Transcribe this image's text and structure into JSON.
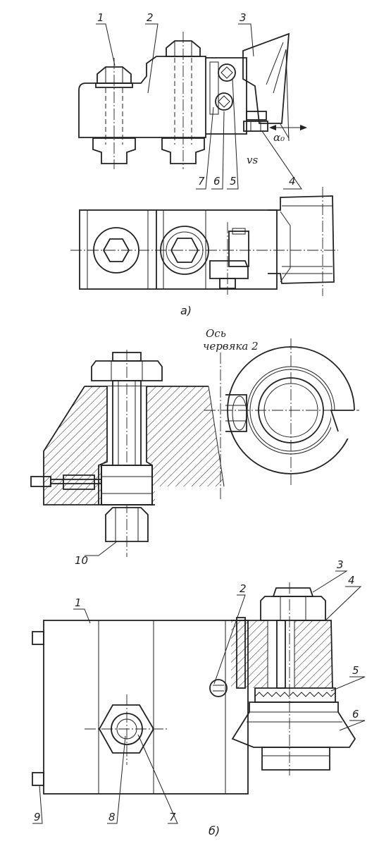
{
  "figure_a": {
    "caption": "а)",
    "callouts": [
      "1",
      "2",
      "3",
      "4",
      "5",
      "6",
      "7"
    ],
    "angle_label": "α₀",
    "feed_label": "vs"
  },
  "middle": {
    "axis_note_line1": "Ось",
    "axis_note_line2": "червяка 2",
    "callouts": [
      "10"
    ]
  },
  "figure_b": {
    "caption": "б)",
    "callouts": [
      "1",
      "2",
      "3",
      "4",
      "5",
      "6",
      "7",
      "8",
      "9"
    ]
  },
  "colors": {
    "ink": "#222222",
    "paper": "#ffffff"
  }
}
